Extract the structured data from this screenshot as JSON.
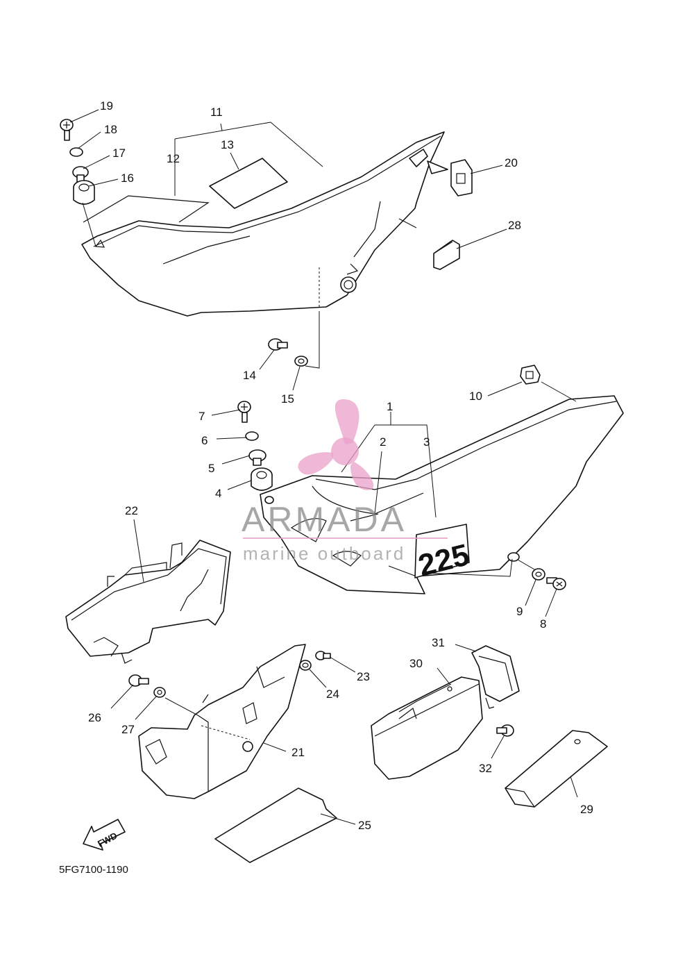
{
  "diagram_code": "5FG7100-1190",
  "decal_number": "225",
  "fwd_label": "FWD",
  "watermark": {
    "title": "ARMADA",
    "subtitle": "marine outboard",
    "color": "#e8a0c8"
  },
  "callouts": [
    "1",
    "2",
    "3",
    "4",
    "5",
    "6",
    "7",
    "8",
    "9",
    "10",
    "11",
    "12",
    "13",
    "14",
    "15",
    "16",
    "17",
    "18",
    "19",
    "20",
    "21",
    "22",
    "23",
    "24",
    "25",
    "26",
    "27",
    "28",
    "29",
    "30",
    "31",
    "32"
  ]
}
